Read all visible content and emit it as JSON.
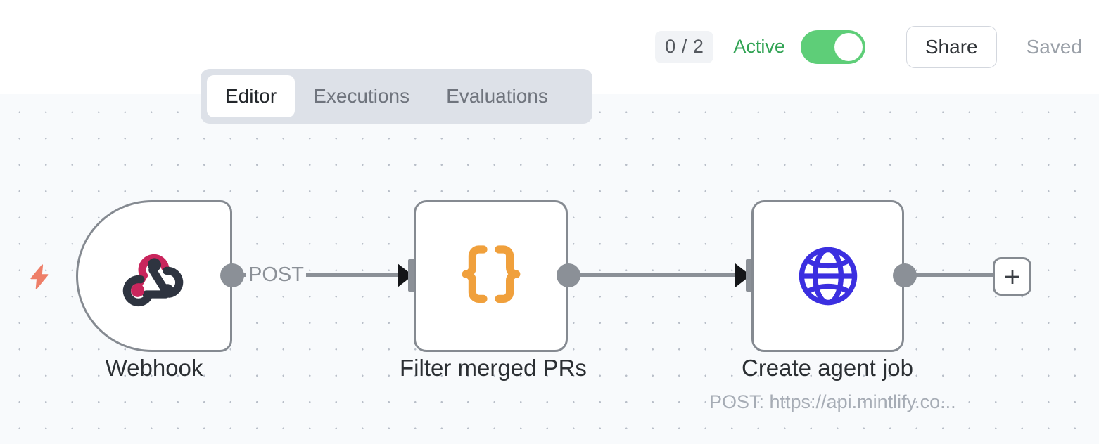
{
  "header": {
    "run_count": "0 / 2",
    "status_label": "Active",
    "toggle_state": "on",
    "share_label": "Share",
    "saved_label": "Saved",
    "active_color": "#31a354",
    "toggle_on_color": "#5ece78"
  },
  "tabs": [
    {
      "label": "Editor",
      "active": true
    },
    {
      "label": "Executions",
      "active": false
    },
    {
      "label": "Evaluations",
      "active": false
    }
  ],
  "canvas": {
    "background_color": "#f8fafc",
    "grid": "dot-grid",
    "nodes": [
      {
        "id": "webhook",
        "label": "Webhook",
        "sublabel": "",
        "icon": "webhook-logo-icon",
        "icon_colors": [
          "#c9255c",
          "#2e3440"
        ],
        "type": "trigger"
      },
      {
        "id": "filter",
        "label": "Filter merged PRs",
        "sublabel": "",
        "icon": "curly-braces-icon",
        "icon_colors": [
          "#f0a03c"
        ],
        "type": "code"
      },
      {
        "id": "http",
        "label": "Create agent job",
        "sublabel": "POST: https://api.mintlify.co...",
        "icon": "globe-icon",
        "icon_colors": [
          "#3b2fe0"
        ],
        "type": "http-request"
      }
    ],
    "edges": [
      {
        "from": "webhook",
        "to": "filter",
        "label": "POST"
      },
      {
        "from": "filter",
        "to": "http",
        "label": ""
      }
    ],
    "add_node_button": "+",
    "trigger_bolt_icon": "lightning-bolt-icon",
    "trigger_bolt_color": "#ee7e68"
  }
}
